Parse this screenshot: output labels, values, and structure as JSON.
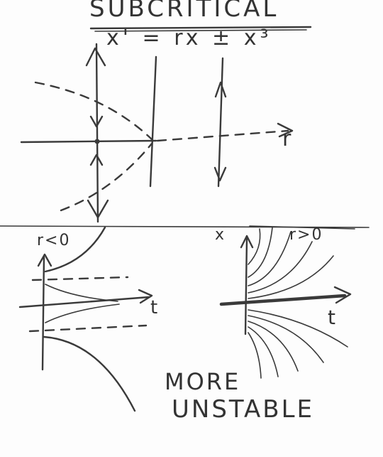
{
  "title": "SUBCRITICAL",
  "equation": "x' = rx ± x³",
  "axis_label_r": "r",
  "axis_label_t_left": "t",
  "axis_label_t_right": "t",
  "axis_label_x": "x",
  "panel_left_label": "r<0",
  "panel_right_label": "r>0",
  "caption_line1": "MORE",
  "caption_line2": "UNSTABLE",
  "ink_color": "#3a3a3a",
  "paper_color": "#fdfdfd"
}
